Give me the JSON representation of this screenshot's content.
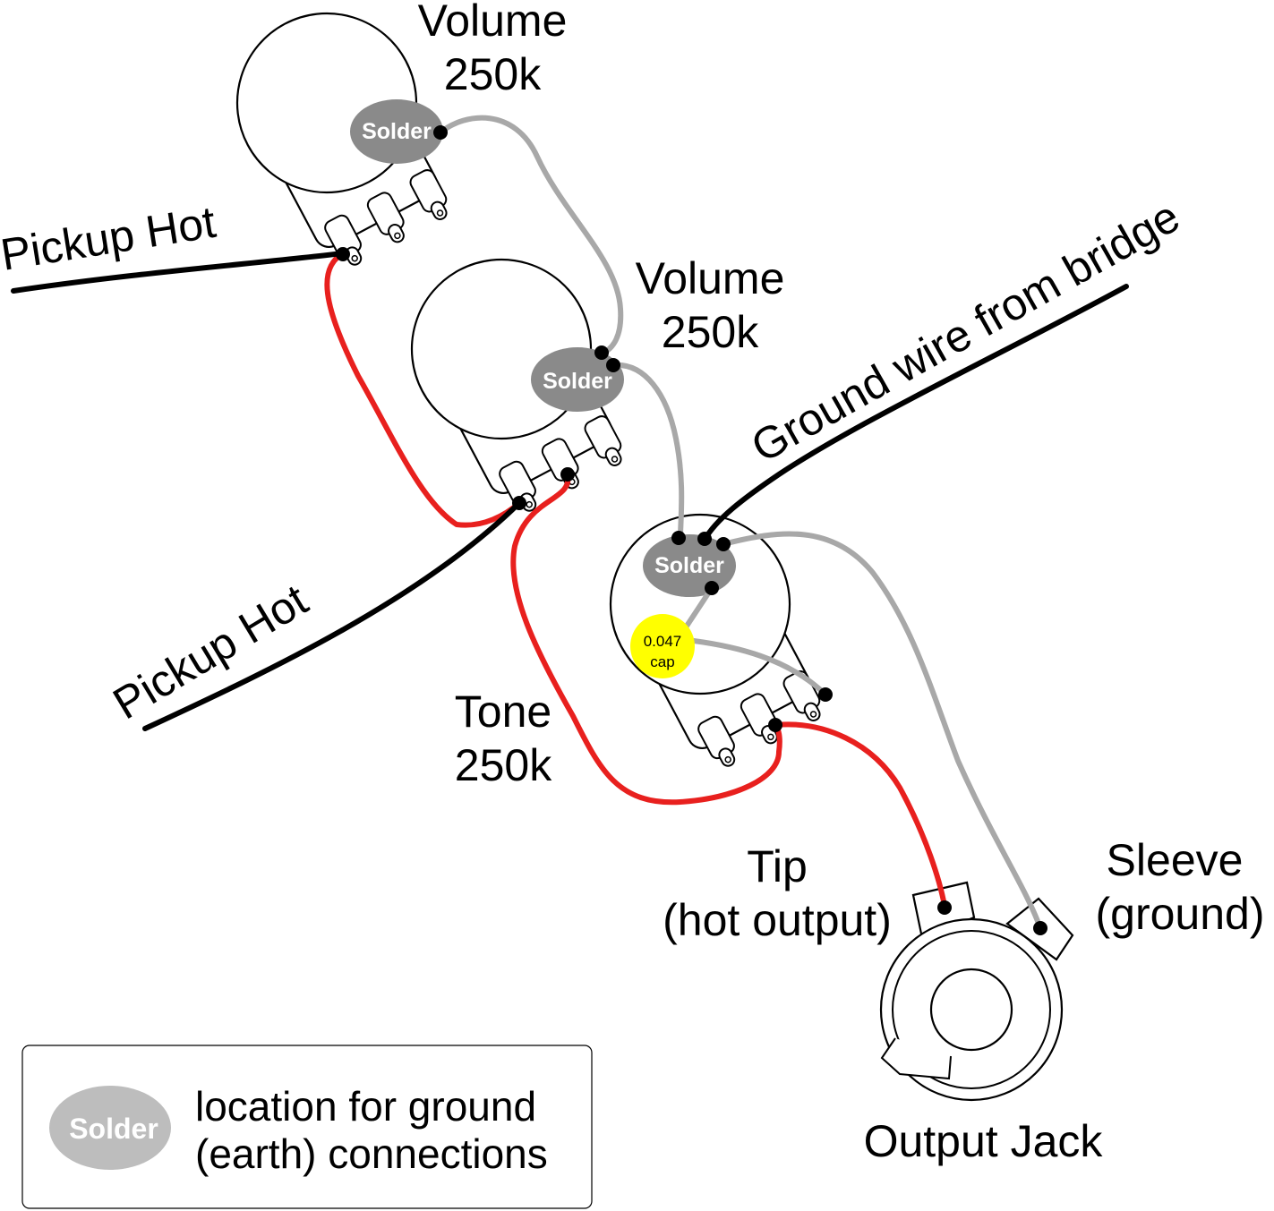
{
  "labels": {
    "volume1": [
      "Volume",
      "250k"
    ],
    "volume2": [
      "Volume",
      "250k"
    ],
    "tone": [
      "Tone",
      "250k"
    ],
    "pickup_hot_1": "Pickup Hot",
    "pickup_hot_2": "Pickup Hot",
    "ground_wire": "Ground wire from bridge",
    "tip": [
      "Tip",
      "(hot output)"
    ],
    "sleeve": [
      "Sleeve",
      "(ground)"
    ],
    "output_jack": "Output Jack",
    "solder": "Solder",
    "cap": [
      "0.047",
      "cap"
    ]
  },
  "legend": {
    "swatch": "Solder",
    "text": [
      "location for ground",
      "(earth) connections"
    ]
  },
  "colors": {
    "hot_wire": "#e8201e",
    "ground_wire": "#a8a8a8",
    "pickup_wire": "#000000",
    "solder_pad": "#8a8a8a",
    "legend_solder": "#bdbdbd",
    "capacitor": "#ffff00"
  }
}
